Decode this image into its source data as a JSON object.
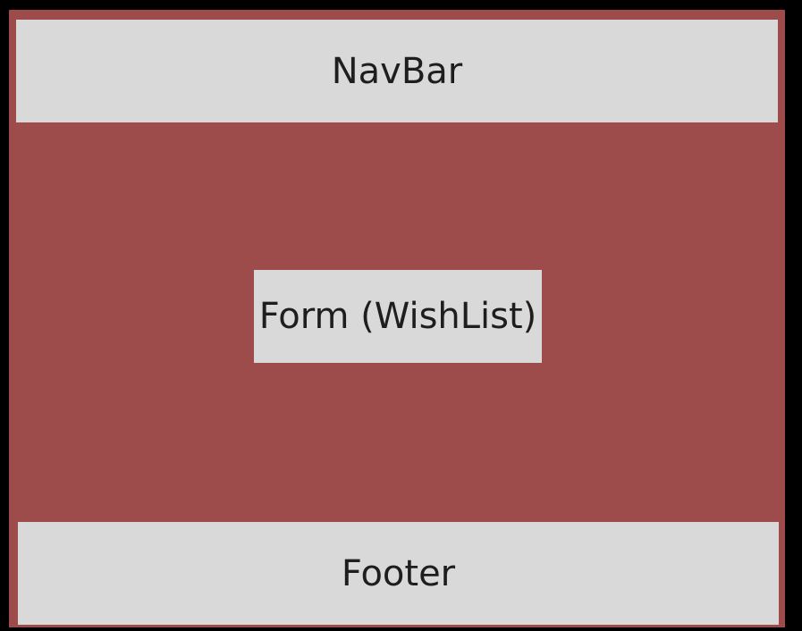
{
  "diagram": {
    "colors": {
      "background": "#000000",
      "frame": "#9e4b4b",
      "block": "#d9d9d9",
      "text": "#1e1e1e"
    },
    "navbar": {
      "label": "NavBar"
    },
    "form": {
      "label": "Form (WishList)"
    },
    "footer": {
      "label": "Footer"
    }
  }
}
